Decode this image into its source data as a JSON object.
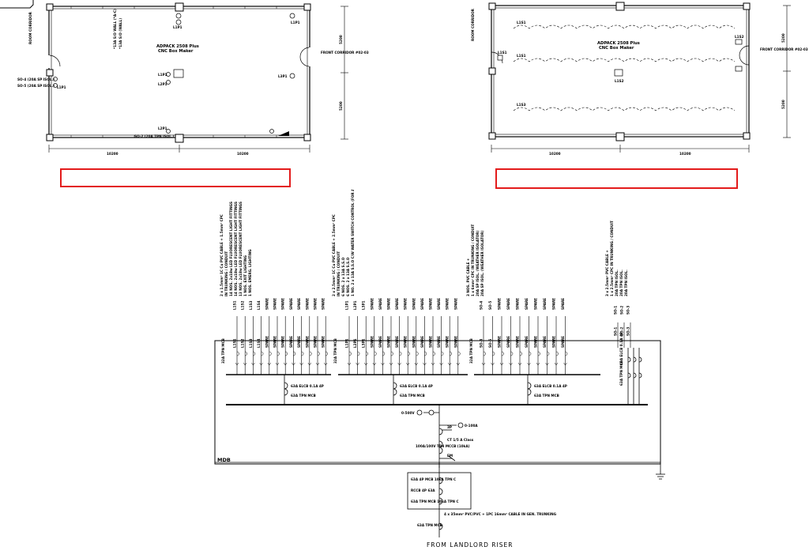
{
  "left_plan": {
    "room_label": "ROOM\nCORRIDOR",
    "title": "ADPACK 2508 Plus",
    "subtitle": "CNC Box Maker",
    "front_label": "FRONT\nCORRIDOR\n#02-03",
    "dims_h": [
      "10200",
      "10200"
    ],
    "dims_v": [
      "5200",
      "5200"
    ],
    "lights": [
      "L1P1",
      "L1P1",
      "L1P1",
      "L2P1",
      "L3P1",
      "L1P1",
      "L2P1"
    ],
    "sockets_vertical": [
      "*13A S/O WALL (*A-C)",
      "*13A S/O (WALL)"
    ],
    "socket_notes": [
      "SO-4 (20A SP ISOL.)",
      "SO-5 (20A SP ISOL.)",
      "SO-2 (20A TPN ISOL.)"
    ]
  },
  "right_plan": {
    "room_label": "ROOM\nCORRIDOR",
    "title": "ADPACK 2508 Plus",
    "subtitle": "CNC Box Maker",
    "front_label": "FRONT\nCORRIDOR\n#02-03",
    "dims_h": [
      "10200",
      "10200"
    ],
    "dims_v": [
      "5200",
      "5200"
    ],
    "lights": [
      "L1S1",
      "L1S1",
      "L1S2",
      "L1S2",
      "L1S3",
      "L1S1"
    ]
  },
  "schematic": {
    "mdb_label": "MDB",
    "bottom_label": "FROM LANDLORD RISER",
    "group1_notes": [
      "2 x 1.5mm² 1C Cu PVC CABLE + 1.5mm² CPC",
      "IN TRUNKING / CONDUIT",
      "14 NOS. 2x18w LED FLUORESCENT LIGHT FITTINGS",
      "14 NOS. 2x18w LED FLUORESCENT LIGHT FITTINGS",
      "13 NOS. 2x18w LED FLUORESCENT LIGHT FITTINGS",
      "1 NOS. EXIT LIGHTING",
      "1 NOS. EMERG. LIGHTING"
    ],
    "group1_circuits": [
      "L1S1",
      "L1S2",
      "L1S3",
      "L1S4",
      "SPARE",
      "SPARE",
      "SPARE",
      "SPARE",
      "SPARE",
      "SPARE",
      "SPARE",
      "SPARE"
    ],
    "group2_notes": [
      "2 x 2.5mm² 1C Cu PVC CABLE + 2.5mm² CPC",
      "IN TRUNKING / CONDUIT",
      "6 NOS. 2 x 13A S.S.O",
      "6 NOS. 2 x 13A S.S.O",
      "1 NO. 2 x 13A S.S.O C/W WATER SWITCH CONTROL (FOR AIR CURTAIN)"
    ],
    "group2_circuits": [
      "L1P1",
      "L2P1",
      "L3P1",
      "SPARE",
      "SPARE",
      "SPARE",
      "SPARE",
      "SPARE",
      "SPARE",
      "SPARE",
      "SPARE",
      "SPARE",
      "SPARE",
      "SPARE"
    ],
    "group3_notes": [
      "3 NOS. PVC CABLE +",
      "1 x 6mm² CPC IN TRUNKING / CONDUIT",
      "20A SP ISOL. (WEATHER ISOLATOR)",
      "20A SP ISOL. (WEATHER ISOLATOR)"
    ],
    "group3_circuits": [
      "SO-4",
      "SO-5",
      "SPARE",
      "SPARE",
      "SPARE",
      "SPARE",
      "SPARE",
      "SPARE",
      "SPARE",
      "SPARE"
    ],
    "group4_notes": [
      "3 x 2.5mm² PVC CABLE +",
      "1 x 2.5mm² CPC IN TRUNKING / CONDUIT",
      "20A TPN ISOL.",
      "20A TPN ISOL.",
      "20A TPN ISOL."
    ],
    "group4_circuits": [
      "SO-1",
      "SO-2",
      "SO-3"
    ],
    "mcb_labels": [
      "32A TPN MCB",
      "32A TPN MCB",
      "32A TPN MCB",
      "40A ELCB 0.1A 4P"
    ],
    "elcb_labels": [
      "63A ELCB 0.1A 4P",
      "63A ELCB 0.1A 4P",
      "63A ELCB 0.1A 4P"
    ],
    "sub_mcb": [
      "63A TPN MCB",
      "63A TPN MCB",
      "63A TPN MCB",
      "63A TPN MCB"
    ],
    "meter_labels": [
      "0-500V",
      "0-100A"
    ],
    "incoming_labels": [
      "3P",
      "100A/100V TPN MCCB (10kA)",
      "CT 1/5 A Class",
      "EM"
    ],
    "landlord_box": [
      "63A 4P MCB 10kA TPN C",
      "RCCB 4P 63A",
      "63A TPN MCB 10kA TPN C"
    ],
    "cable_note": "4 x 35mm² PVC/PVC + 1PC 16mm² CABLE IN GEN. TRUNKING",
    "bottom_mcb": "63A TPN MCB"
  }
}
